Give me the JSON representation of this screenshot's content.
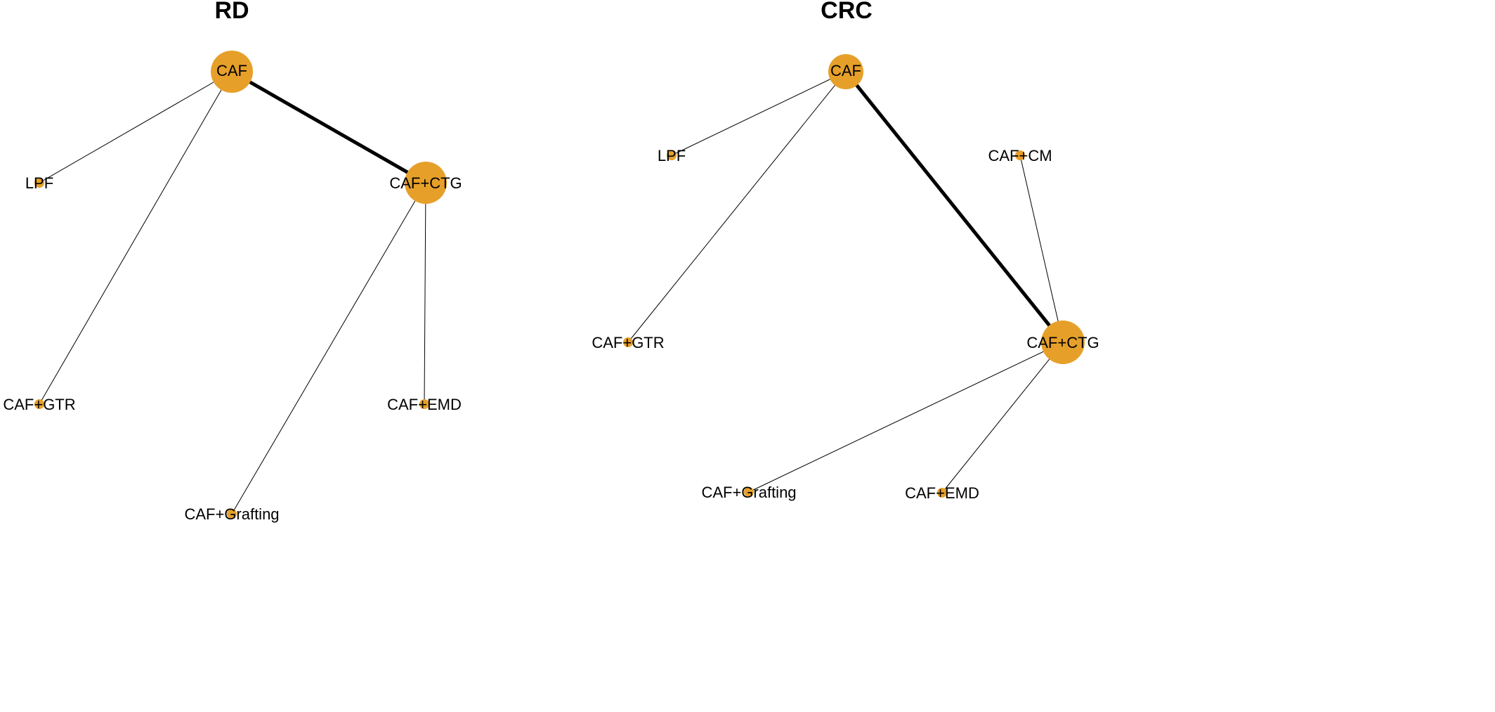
{
  "node_color": "#E6A02A",
  "edge_color": "#000000",
  "panels": [
    {
      "title": "RD",
      "nodes": [
        "CAF",
        "CAF+CTG",
        "LPF",
        "CAF+GTR",
        "CAF+EMD",
        "CAF+Grafting"
      ],
      "edges": [
        {
          "from": "CAF",
          "to": "CAF+CTG",
          "weight": "thick"
        },
        {
          "from": "CAF",
          "to": "LPF",
          "weight": "thin"
        },
        {
          "from": "CAF",
          "to": "CAF+GTR",
          "weight": "thin"
        },
        {
          "from": "CAF+CTG",
          "to": "CAF+EMD",
          "weight": "thin"
        },
        {
          "from": "CAF+CTG",
          "to": "CAF+Grafting",
          "weight": "thin"
        }
      ]
    },
    {
      "title": "CRC",
      "nodes": [
        "CAF",
        "LPF",
        "CAF+CM",
        "CAF+GTR",
        "CAF+CTG",
        "CAF+Grafting",
        "CAF+EMD"
      ],
      "edges": [
        {
          "from": "CAF",
          "to": "CAF+CTG",
          "weight": "thick"
        },
        {
          "from": "CAF",
          "to": "LPF",
          "weight": "thin"
        },
        {
          "from": "CAF",
          "to": "CAF+GTR",
          "weight": "thin"
        },
        {
          "from": "CAF+CM",
          "to": "CAF+CTG",
          "weight": "thin"
        },
        {
          "from": "CAF+CTG",
          "to": "CAF+Grafting",
          "weight": "thin"
        },
        {
          "from": "CAF+CTG",
          "to": "CAF+EMD",
          "weight": "thin"
        }
      ]
    }
  ]
}
